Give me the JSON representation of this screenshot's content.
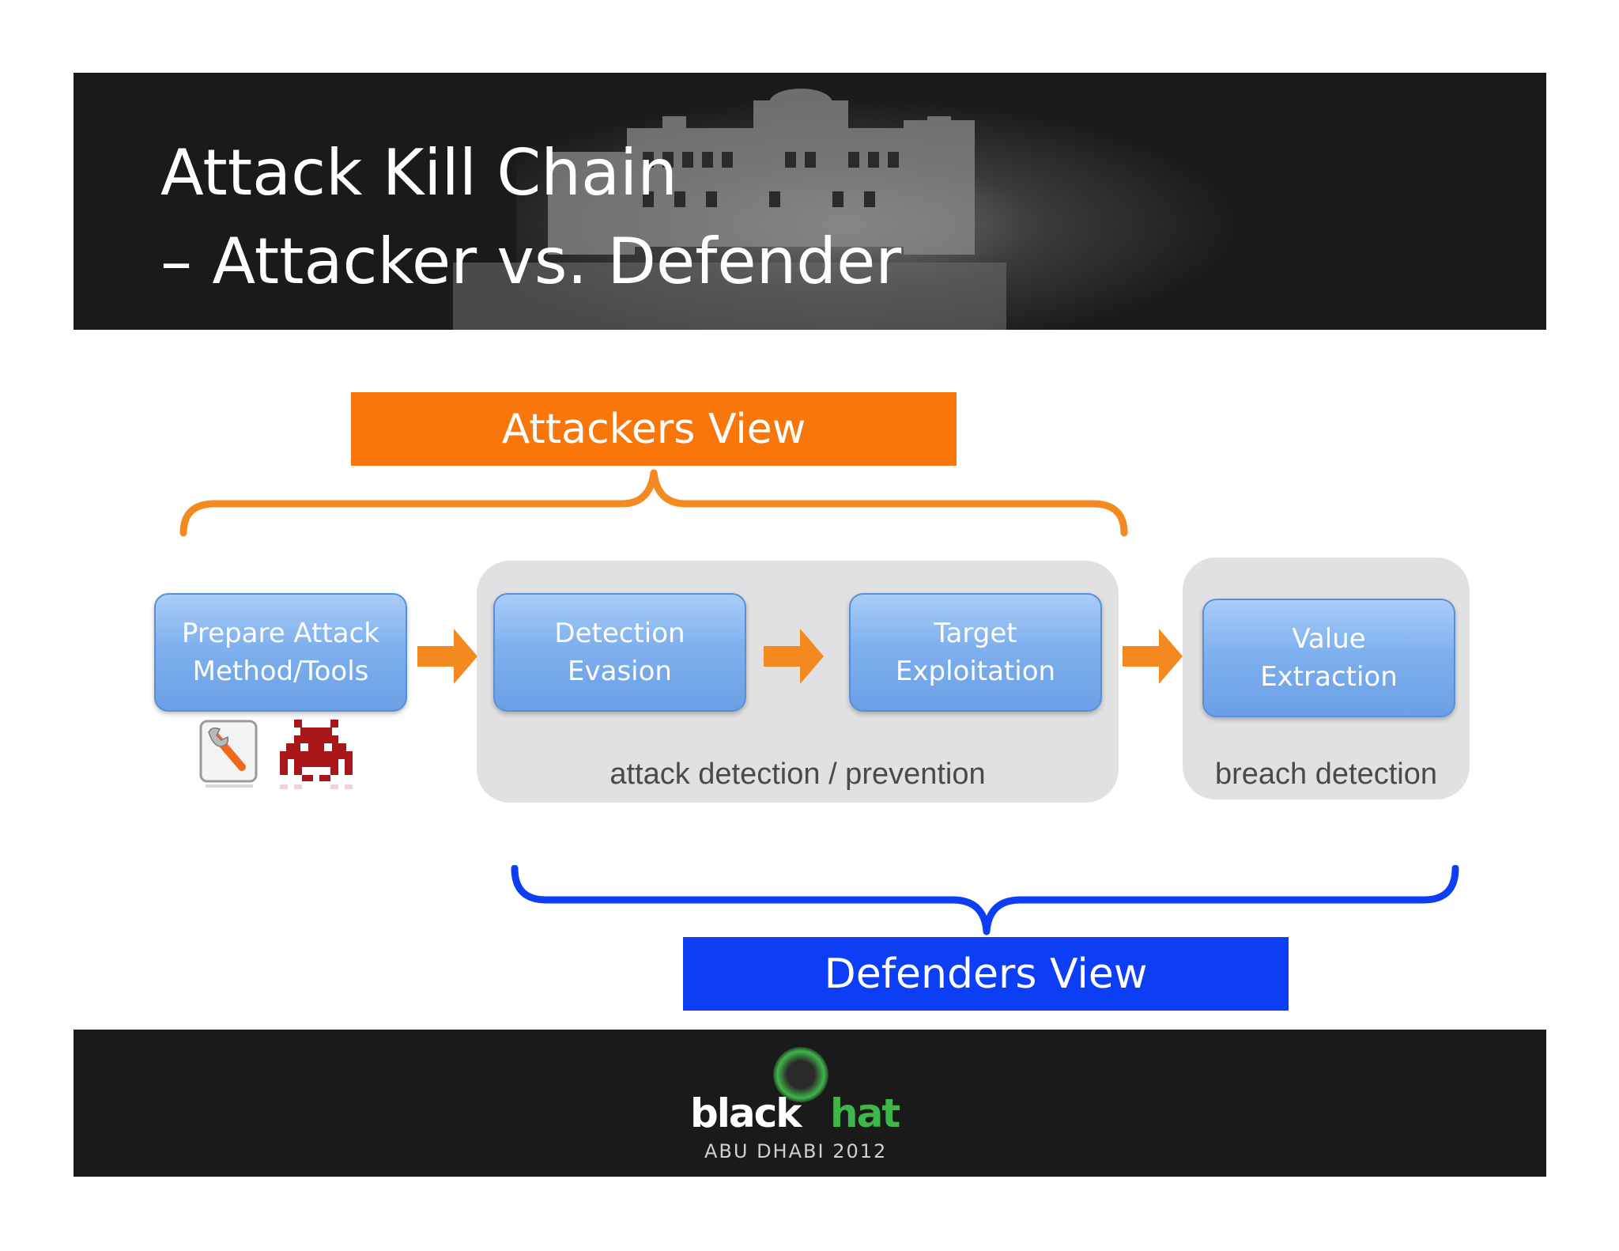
{
  "slide": {
    "title_line_1": "Attack Kill Chain",
    "title_line_2": "– Attacker vs. Defender"
  },
  "views": {
    "attackers": "Attackers View",
    "defenders": "Defenders View"
  },
  "stages": [
    {
      "line1": "Prepare Attack",
      "line2": "Method/Tools"
    },
    {
      "line1": "Detection",
      "line2": "Evasion"
    },
    {
      "line1": "Target",
      "line2": "Exploitation"
    },
    {
      "line1": "Value",
      "line2": "Extraction"
    }
  ],
  "groups": {
    "detection_caption": "attack detection / prevention",
    "breach_caption": "breach detection"
  },
  "icons": [
    "wrench-icon",
    "space-invader-icon",
    "arrow-right-icon",
    "blackhat-logo"
  ],
  "colors": {
    "attackers": "#f9770a",
    "defenders": "#0c3ef5",
    "stage_box": "#7fb0ee",
    "arrow": "#f3891f",
    "group_bg": "#e1e1e3",
    "header_bg": "#1a1a1a"
  },
  "footer": {
    "logo_black": "black",
    "logo_hat": "hat",
    "logo_sub": "ABU DHABI 2012"
  }
}
